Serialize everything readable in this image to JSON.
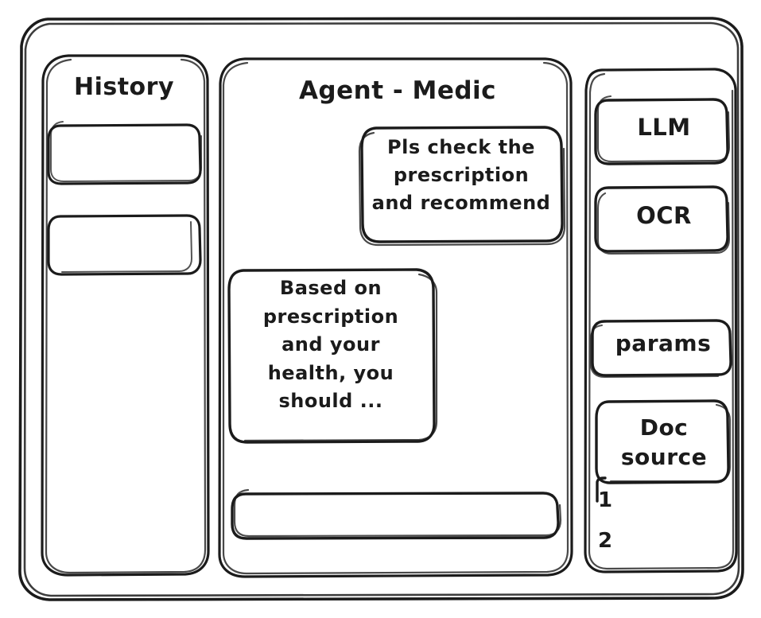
{
  "window": {
    "style": "hand-drawn wireframe",
    "ink_color": "#1b1b1b",
    "paper_color": "#ffffff"
  },
  "sidebar_left": {
    "title": "History",
    "items": [
      {
        "label": "",
        "name": "history-item-1"
      },
      {
        "label": "",
        "name": "history-item-2"
      }
    ]
  },
  "main": {
    "title": "Agent - Medic",
    "messages": [
      {
        "role": "user",
        "text": "Pls check the\nprescription\nand recommend"
      },
      {
        "role": "assistant",
        "text": "Based on\nprescription\nand your\nhealth, you\nshould ..."
      }
    ],
    "composer": {
      "value": "",
      "placeholder": ""
    }
  },
  "sidebar_right": {
    "tools": [
      {
        "label": "LLM",
        "name": "llm-card"
      },
      {
        "label": "OCR",
        "name": "ocr-card"
      },
      {
        "label": "params",
        "name": "params-card"
      },
      {
        "label": "Doc\nsource",
        "name": "doc-source-card"
      }
    ],
    "source_list": [
      {
        "label": "1"
      },
      {
        "label": "2"
      }
    ]
  }
}
